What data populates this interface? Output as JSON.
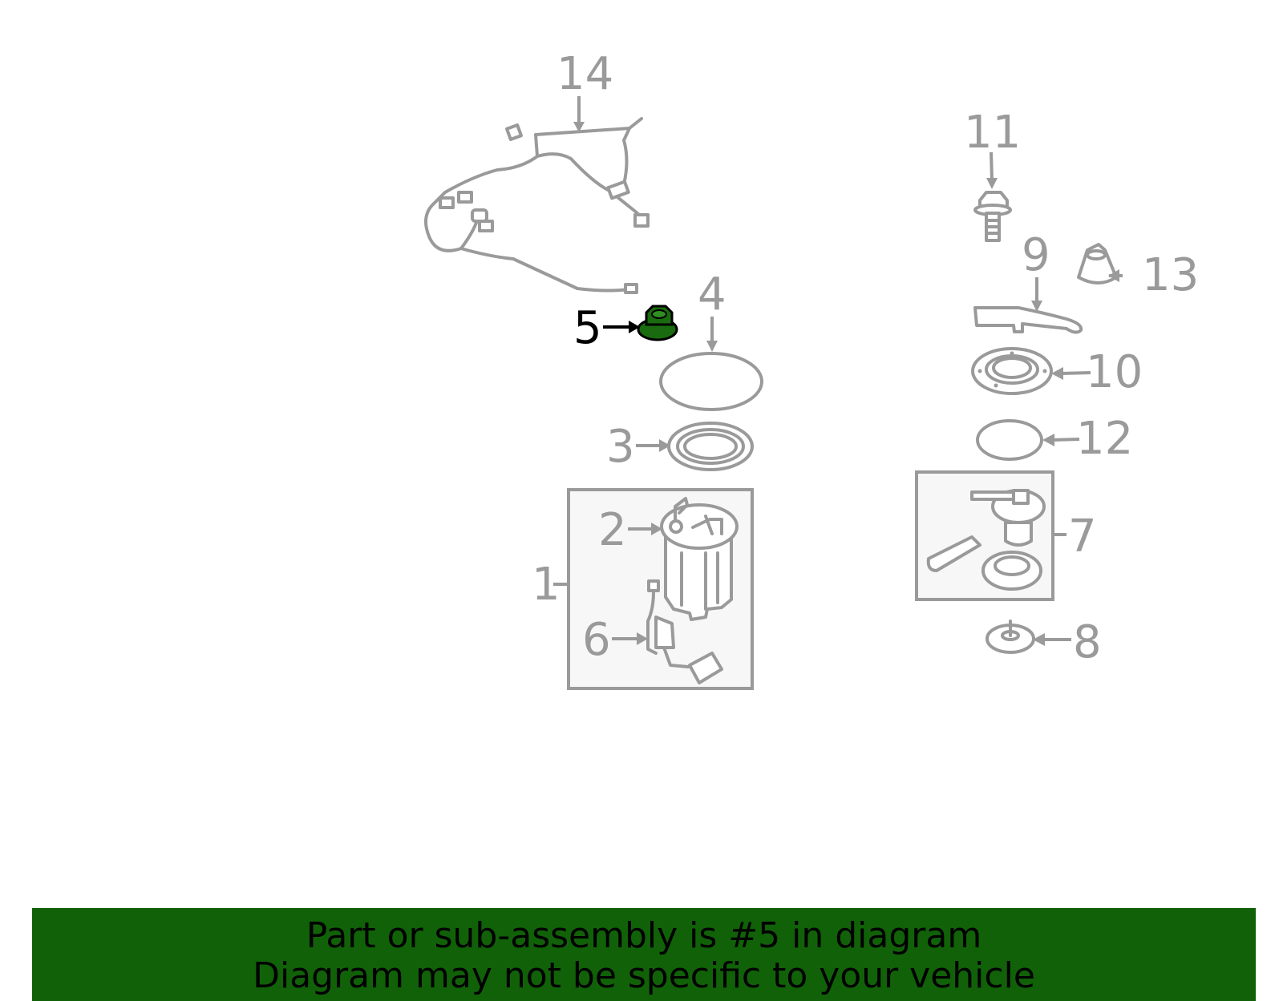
{
  "diagram": {
    "highlight_part": "5",
    "callouts": [
      "1",
      "2",
      "3",
      "4",
      "5",
      "6",
      "7",
      "8",
      "9",
      "10",
      "11",
      "12",
      "13",
      "14"
    ],
    "colors": {
      "line": "#9a9a9a",
      "highlight": "#1a6b10",
      "banner": "#116108",
      "text": "#000000"
    }
  },
  "banner": {
    "line1": "Part or sub-assembly is #5 in diagram",
    "line2": "Diagram may not be specific to your vehicle"
  }
}
